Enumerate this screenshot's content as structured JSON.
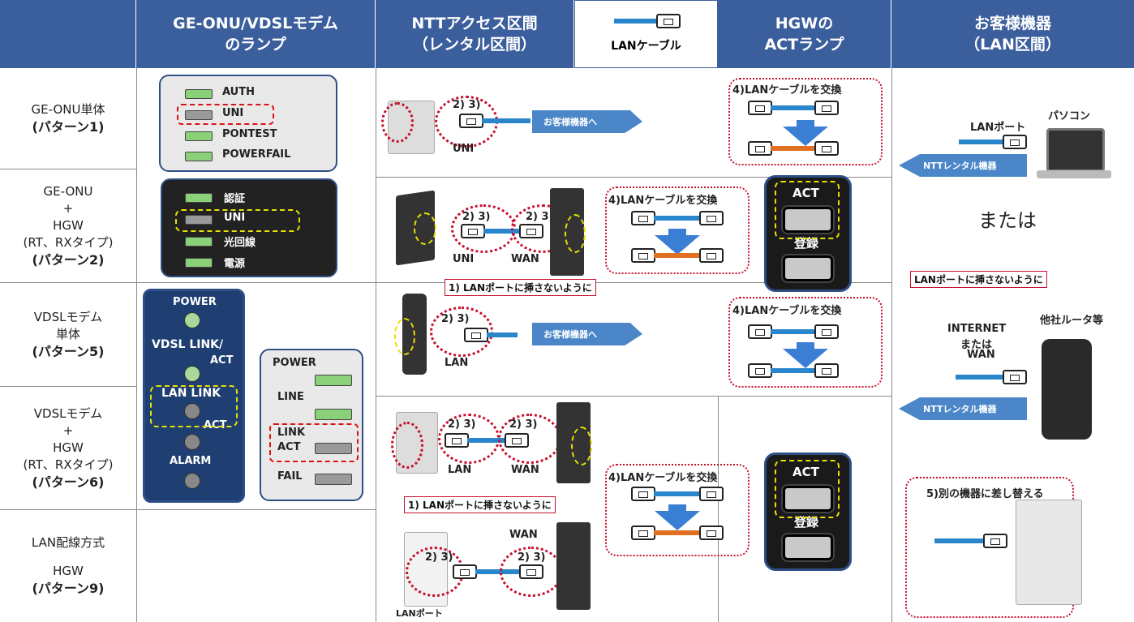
{
  "headers": {
    "col_onu": "GE-ONU/VDSLモデム\nのランプ",
    "col_ntt": "NTTアクセス区間\n（レンタル区間）",
    "col_lan": "LANケーブル",
    "col_hgw": "HGWの\nACTランプ",
    "col_customer": "お客様機器\n（LAN区間）"
  },
  "rows": [
    {
      "line1": "GE-ONU単体",
      "line2": "",
      "line3": "",
      "pattern": "(パターン1)"
    },
    {
      "line1": "GE-ONU",
      "line2": "+",
      "line3": "HGW",
      "line4": "(RT、RXタイプ)",
      "pattern": "(パターン2)"
    },
    {
      "line1": "VDSLモデム",
      "line2": "単体",
      "pattern": "(パターン5)"
    },
    {
      "line1": "VDSLモデム",
      "line2": "+",
      "line3": "HGW",
      "line4": "(RT、RXタイプ)",
      "pattern": "(パターン6)"
    },
    {
      "line1": "LAN配線方式",
      "line2": "",
      "line3": "HGW",
      "pattern": "(パターン9)"
    }
  ],
  "onu_leds": [
    "AUTH",
    "UNI",
    "PONTEST",
    "POWERFAIL"
  ],
  "onu2_leds": [
    "認証",
    "UNI",
    "光回線",
    "電源"
  ],
  "vdsl_leds": [
    "POWER",
    "VDSL LINK/",
    "ACT",
    "LAN LINK",
    "ACT",
    "ALARM"
  ],
  "vdsl2_leds": [
    "POWER",
    "LINE",
    "LINK",
    "ACT",
    "FAIL"
  ],
  "steps": {
    "s23": "2) 3)",
    "s4": "4)LANケーブルを交換",
    "s1": "1) LANポートに挿さないように",
    "s5": "5)別の機器に差し替える"
  },
  "ports": {
    "uni": "UNI",
    "wan": "WAN",
    "lan": "LAN",
    "lanport": "LANポート"
  },
  "arrows": {
    "to_customer": "お客様機器へ",
    "ntt_rental": "NTTレンタル機器"
  },
  "hgw": {
    "act": "ACT",
    "reg": "登録"
  },
  "customer": {
    "lanport": "LANポート",
    "pc": "パソコン",
    "or": "または",
    "warn": "LANポートに挿さないように",
    "internet": "INTERNET",
    "matawa": "または",
    "wan": "WAN",
    "router": "他社ルータ等"
  }
}
